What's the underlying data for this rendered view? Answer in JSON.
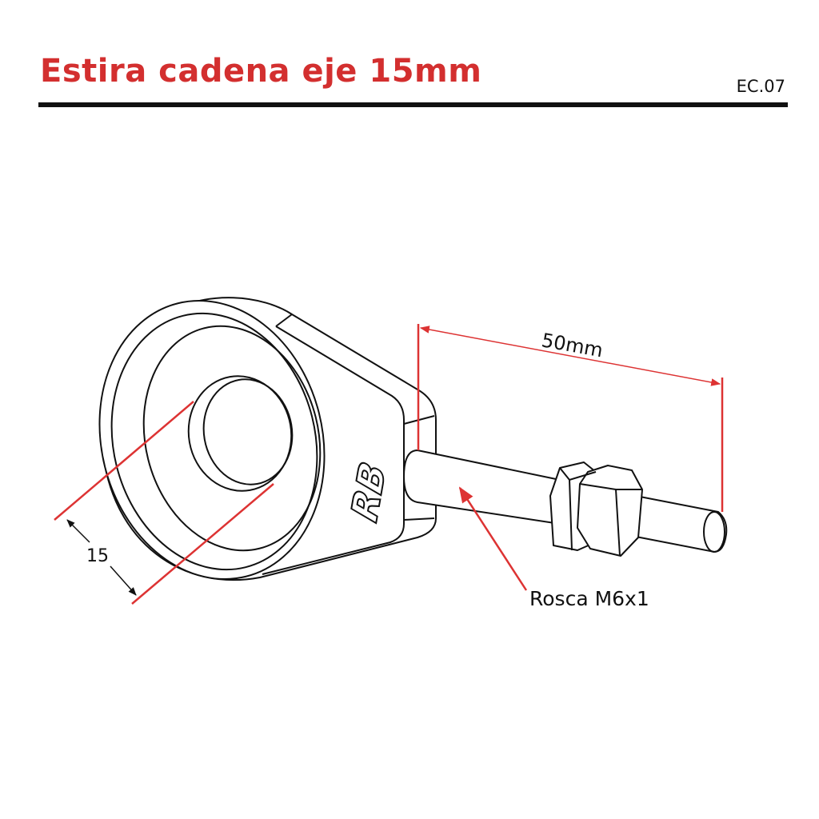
{
  "header": {
    "title": "Estira cadena eje 15mm",
    "code": "EC.07"
  },
  "drawing": {
    "logo_text": "RB",
    "dimension_length": "50mm",
    "dimension_hole": "15",
    "thread_label": "Rosca M6x1"
  },
  "colors": {
    "accent": "#d32f2f",
    "line": "#111111"
  }
}
